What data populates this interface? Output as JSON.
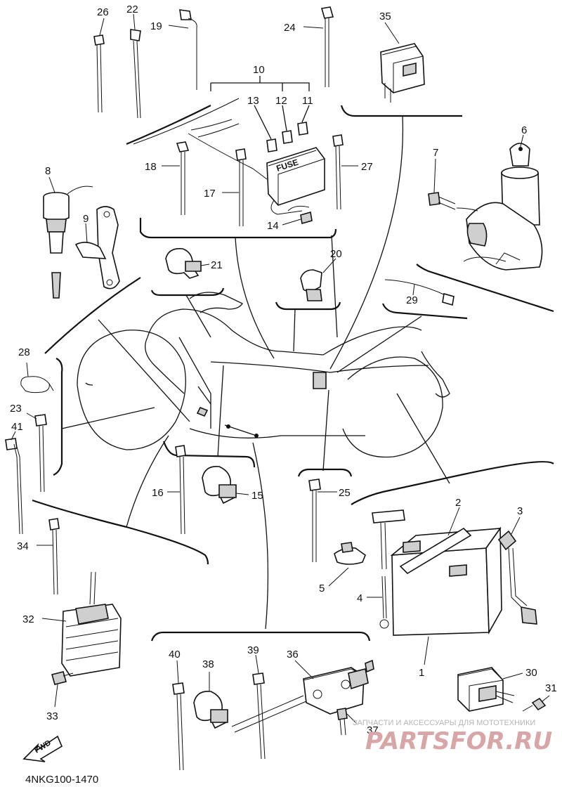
{
  "diagram": {
    "code": "4NKG100-1470",
    "fwd_label": "FWD",
    "fuse_label": "FUSE",
    "watermark_top": "ЗАПЧАСТИ И АКСЕССУАРЫ ДЛЯ МОТОТЕХНИКИ",
    "watermark_main": "PARTSFOR.RU"
  },
  "callouts": {
    "n1": "1",
    "n2": "2",
    "n3": "3",
    "n4": "4",
    "n5": "5",
    "n6": "6",
    "n7": "7",
    "n8": "8",
    "n9": "9",
    "n10": "10",
    "n11": "11",
    "n12": "12",
    "n13": "13",
    "n14": "14",
    "n15": "15",
    "n16": "16",
    "n17": "17",
    "n18": "18",
    "n19": "19",
    "n20": "20",
    "n21": "21",
    "n22": "22",
    "n23": "23",
    "n24": "24",
    "n25": "25",
    "n26": "26",
    "n27": "27",
    "n28": "28",
    "n29": "29",
    "n30": "30",
    "n31": "31",
    "n32": "32",
    "n33": "33",
    "n34": "34",
    "n35": "35",
    "n36": "36",
    "n37": "37",
    "n38": "38",
    "n39": "39",
    "n40": "40",
    "n41": "41"
  }
}
